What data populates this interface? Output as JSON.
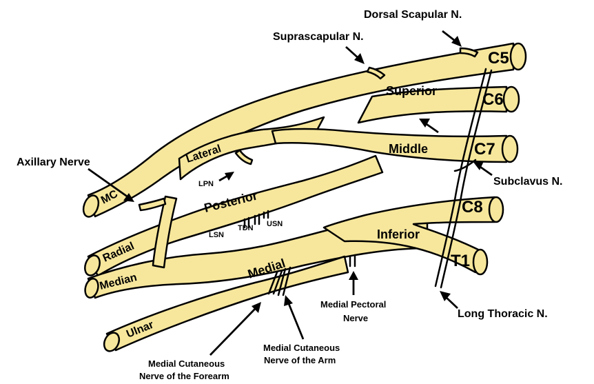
{
  "roots": {
    "c5": "C5",
    "c6": "C6",
    "c7": "C7",
    "c8": "C8",
    "t1": "T1"
  },
  "trunks": {
    "superior": "Superior",
    "middle": "Middle",
    "inferior": "Inferior"
  },
  "cords": {
    "lateral": "Lateral",
    "posterior": "Posterior",
    "medial": "Medial"
  },
  "terminal_nerves": {
    "mc": "MC",
    "radial": "Radial",
    "median": "Median",
    "ulnar": "Ulnar"
  },
  "branches": {
    "dorsal_scapular": "Dorsal Scapular N.",
    "suprascapular": "Suprascapular N.",
    "axillary": "Axillary Nerve",
    "subclavus": "Subclavus N.",
    "long_thoracic": "Long Thoracic N.",
    "lpn": "LPN",
    "lsn": "LSN",
    "tdn": "TDN",
    "usn": "USN",
    "medial_pectoral_line1": "Medial Pectoral",
    "medial_pectoral_line2": "Nerve",
    "mcn_arm_line1": "Medial Cutaneous",
    "mcn_arm_line2": "Nerve of the Arm",
    "mcn_forearm_line1": "Medial Cutaneous",
    "mcn_forearm_line2": "Nerve of the Forearm"
  },
  "colors": {
    "nerve_fill": "#f7e79c",
    "outline": "#000000",
    "background": "#ffffff"
  }
}
